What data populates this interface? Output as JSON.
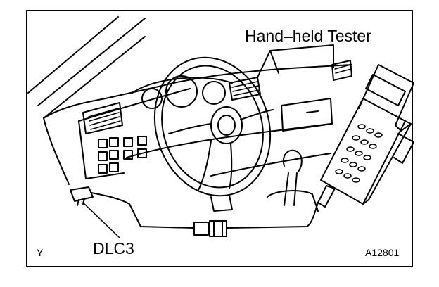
{
  "labels": {
    "tester": "Hand–held Tester",
    "connector": "DLC3",
    "corner_mark": "Y",
    "figure_code": "A12801"
  }
}
